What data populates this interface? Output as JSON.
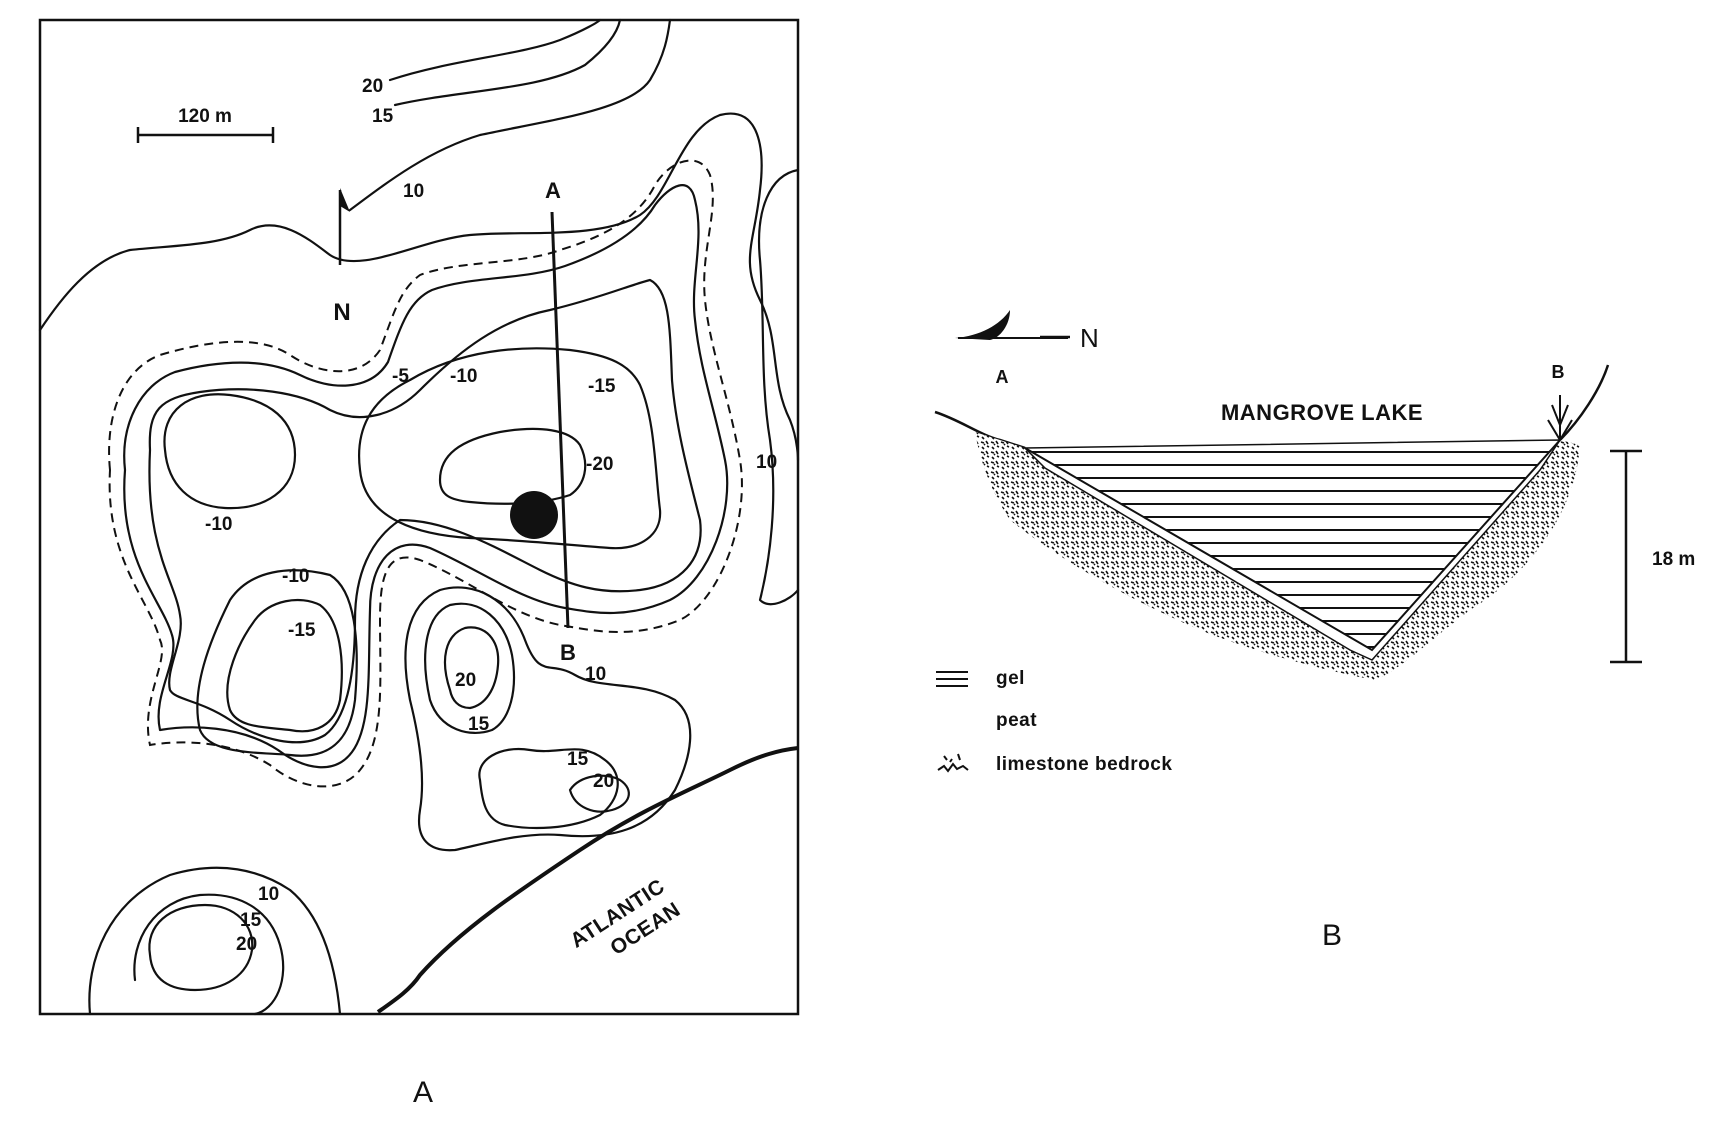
{
  "panel_a": {
    "letter": "A",
    "scale_label": "120 m",
    "north_label": "N",
    "transect_start": "A",
    "transect_end": "B",
    "ocean_line1": "ATLANTIC",
    "ocean_line2": "OCEAN",
    "contour_labels": {
      "c20_top": "20",
      "c15_top": "15",
      "c10_top": "10",
      "c_m5": "-5",
      "c_m10_mid": "-10",
      "c_m15_mid": "-15",
      "c_m20": "-20",
      "c_m10_left": "-10",
      "c_m10_lower": "-10",
      "c_m15_lower": "-15",
      "c10_right": "10",
      "c20_island": "20",
      "c15_island": "15",
      "c10_se": "10",
      "c15_se": "15",
      "c20_se": "20",
      "c10_sw": "10",
      "c15_sw": "15",
      "c20_sw": "20"
    }
  },
  "panel_b": {
    "letter": "B",
    "north_label": "N",
    "end_a": "A",
    "end_b": "B",
    "lake_label": "MANGROVE LAKE",
    "depth_label": "18 m",
    "legend": {
      "gel": "gel",
      "peat": "peat",
      "bedrock": "limestone bedrock"
    }
  }
}
